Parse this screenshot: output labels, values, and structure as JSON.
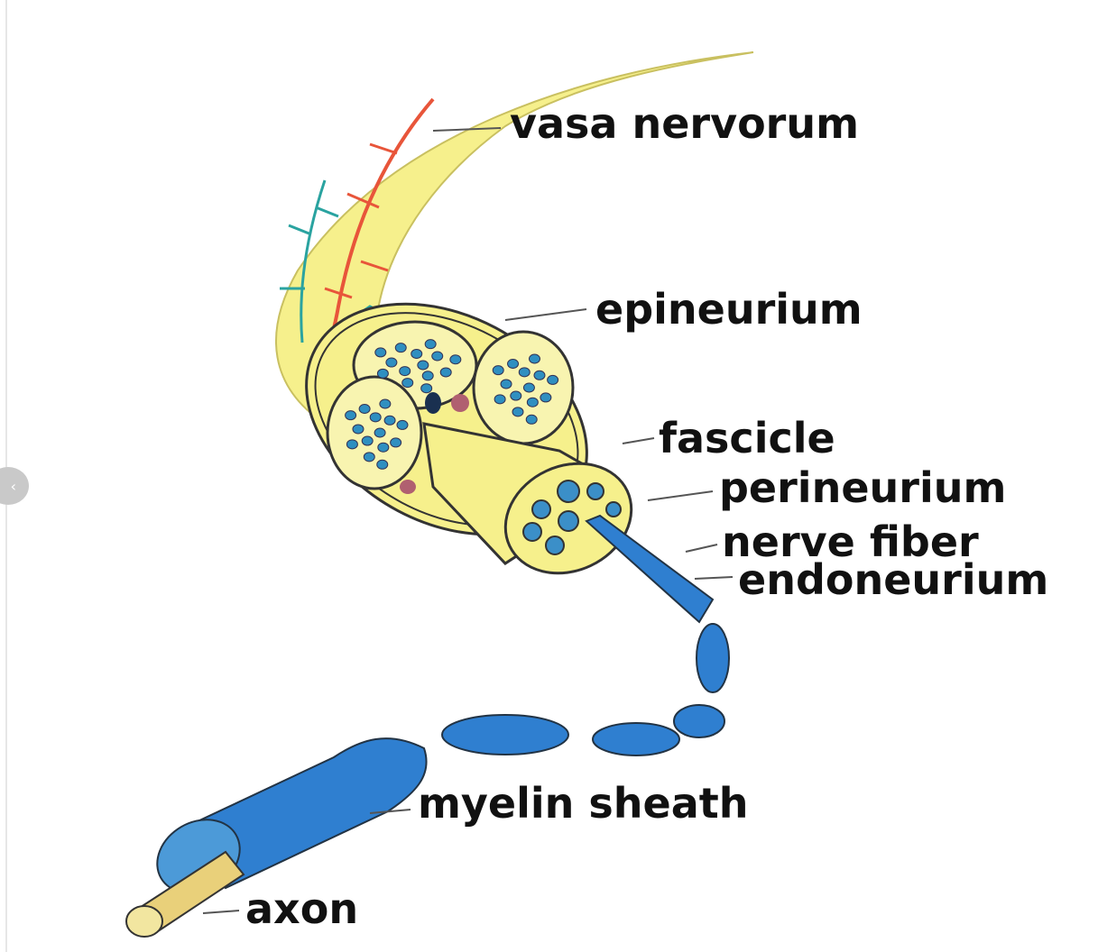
{
  "labels": {
    "vasa_nervorum": "vasa nervorum",
    "epineurium": "epineurium",
    "fascicle": "fascicle",
    "perineurium": "perineurium",
    "nerve_fiber": "nerve fiber",
    "endoneurium": "endoneurium",
    "myelin_sheath": "myelin sheath",
    "axon": "axon"
  },
  "nav": {
    "prev_glyph": "‹"
  },
  "colors": {
    "nerve": "#f4ee8a",
    "myelin": "#2f7fd0",
    "artery": "#e8553a",
    "vein": "#2aa3a0",
    "outline": "#333333"
  }
}
